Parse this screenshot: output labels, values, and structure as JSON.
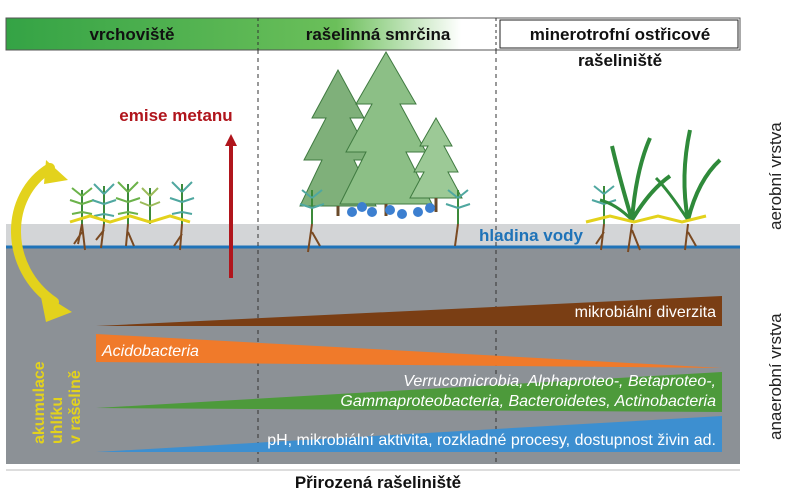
{
  "header": {
    "zones": [
      {
        "label": "vrchoviště"
      },
      {
        "label": "rašelinná smrčina"
      },
      {
        "label": "minerotrofní ostřicové",
        "label2": "rašeliniště"
      }
    ]
  },
  "annotations": {
    "methane": "emise metanu",
    "water_table": "hladina vody",
    "carbon_line1": "akumulace",
    "carbon_line2": "uhlíku",
    "carbon_line3": "v rašelině"
  },
  "layers": {
    "aerobic": "aerobní vrstva",
    "anaerobic": "anaerobní vrstva"
  },
  "wedges": {
    "diversity": "mikrobiální diverzita",
    "acido": "Acidobacteria",
    "phyla_line1": "Verrucomicrobia, Alphaproteo-, Betaproteo-,",
    "phyla_line2": "Gammaproteobacteria, Bacteroidetes, Actinobacteria",
    "ph": "pH, mikrobiální aktivita, rozkladné procesy, dostupnost živin ad."
  },
  "footer": {
    "title": "Přirozená rašeliniště"
  },
  "colors": {
    "header_green": "#3aa64a",
    "soil_gray": "#8c9196",
    "water_blue": "#1f73b8",
    "methane_red": "#b0151c",
    "carbon_yellow": "#e3d21c",
    "diversity_brown": "#7a3e14",
    "acido_orange": "#f07a2a",
    "phyla_green": "#4d9a3b",
    "ph_blue": "#3d8fd0"
  }
}
